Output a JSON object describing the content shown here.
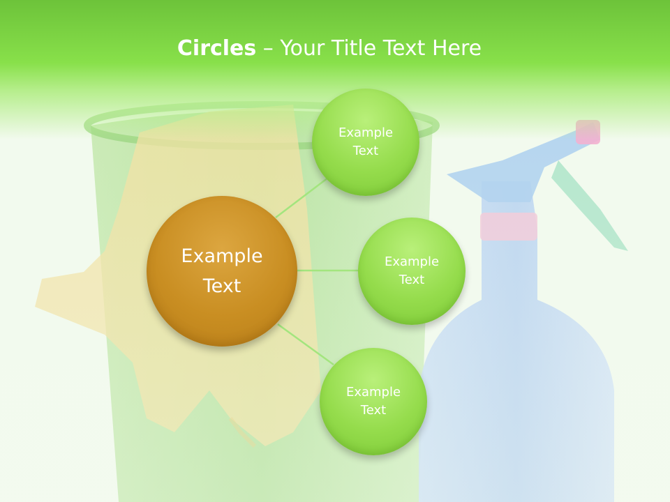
{
  "title": {
    "bold": "Circles",
    "separator": " – ",
    "rest": "Your Title Text Here"
  },
  "diagram": {
    "center": {
      "label": "Example Text"
    },
    "nodes": [
      {
        "label": "Example Text"
      },
      {
        "label": "Example Text"
      },
      {
        "label": "Example Text"
      }
    ]
  },
  "colors": {
    "header": "#7ed44a",
    "center_circle": "#c98e22",
    "node_circle": "#95dc4c",
    "connector": "#9de07a"
  }
}
